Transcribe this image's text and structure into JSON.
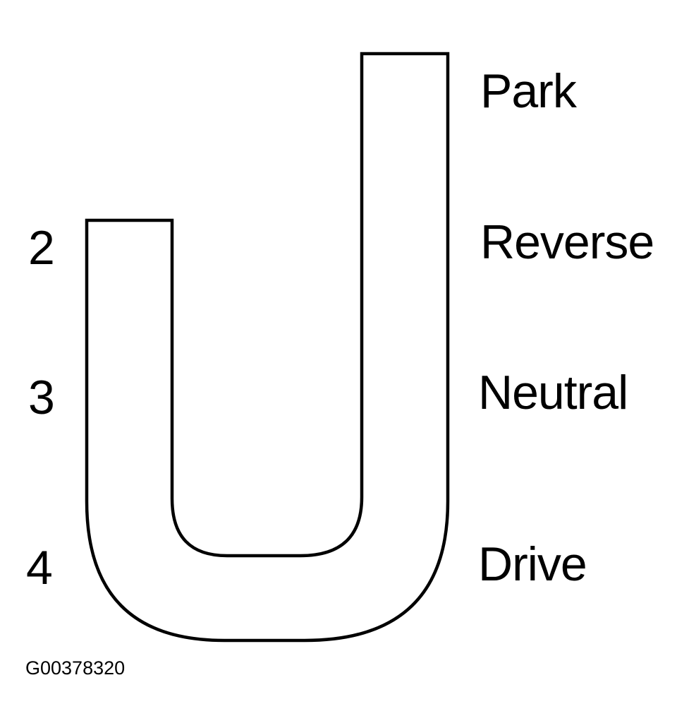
{
  "diagram": {
    "type": "automatic-transmission-shift-gate-pattern",
    "background_color": "#ffffff",
    "ink_color": "#000000",
    "figure_id": "G00378320",
    "gears": [
      {
        "id": "park",
        "label": "Park"
      },
      {
        "id": "reverse",
        "label": "Reverse"
      },
      {
        "id": "neutral",
        "label": "Neutral"
      },
      {
        "id": "drive",
        "label": "Drive"
      }
    ],
    "positions": [
      {
        "id": "2",
        "label": "2"
      },
      {
        "id": "3",
        "label": "3"
      },
      {
        "id": "4",
        "label": "4"
      }
    ]
  }
}
